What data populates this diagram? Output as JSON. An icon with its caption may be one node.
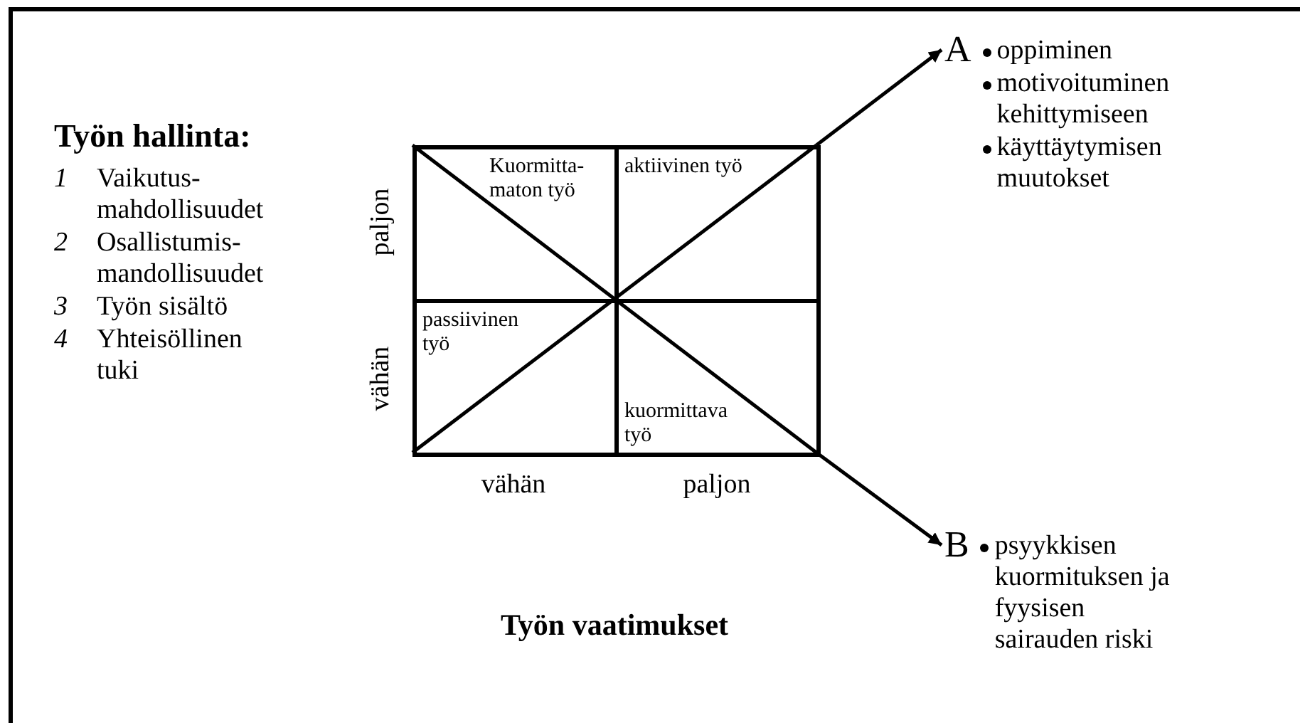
{
  "diagram": {
    "title": "Työn vaatimukset",
    "nodes": [
      {
        "text": [
          "Kuormitta- maton työ"
        ]
      },
      {
        "text": [
          "aktiivinen työ"
        ]
      },
      {
        "text": [
          "passiivinen työ"
        ]
      },
      {
        "text": [
          "kuormittava työ"
        ]
      },
      {
        "text": [
          "A"
        ],
        "beside": [
          "oppiminen",
          "motivoituminen kehittymiseen",
          "käyttäytymisen muutokset"
        ]
      },
      {
        "text": [
          "B"
        ],
        "beside": [
          "psyykkisen kuormituksen ja fyysisen sairauden riski"
        ]
      }
    ],
    "edges": [
      {
        "from": 2,
        "to": 1,
        "arrow": "none"
      },
      {
        "from": 1,
        "to": 4,
        "arrow": "to"
      },
      {
        "from": 0,
        "to": 3,
        "arrow": "none"
      },
      {
        "from": 3,
        "to": 5,
        "arrow": "to"
      }
    ],
    "labels": [
      "Työn hallinta:",
      "1",
      "Vaikutus- mahdollisuudet",
      "2",
      "Osallistumis- mandollisuudet",
      "3",
      "Työn sisältö",
      "4",
      "Yhteisöllinen tuki",
      "paljon",
      "vähän",
      "vähän",
      "paljon"
    ]
  }
}
